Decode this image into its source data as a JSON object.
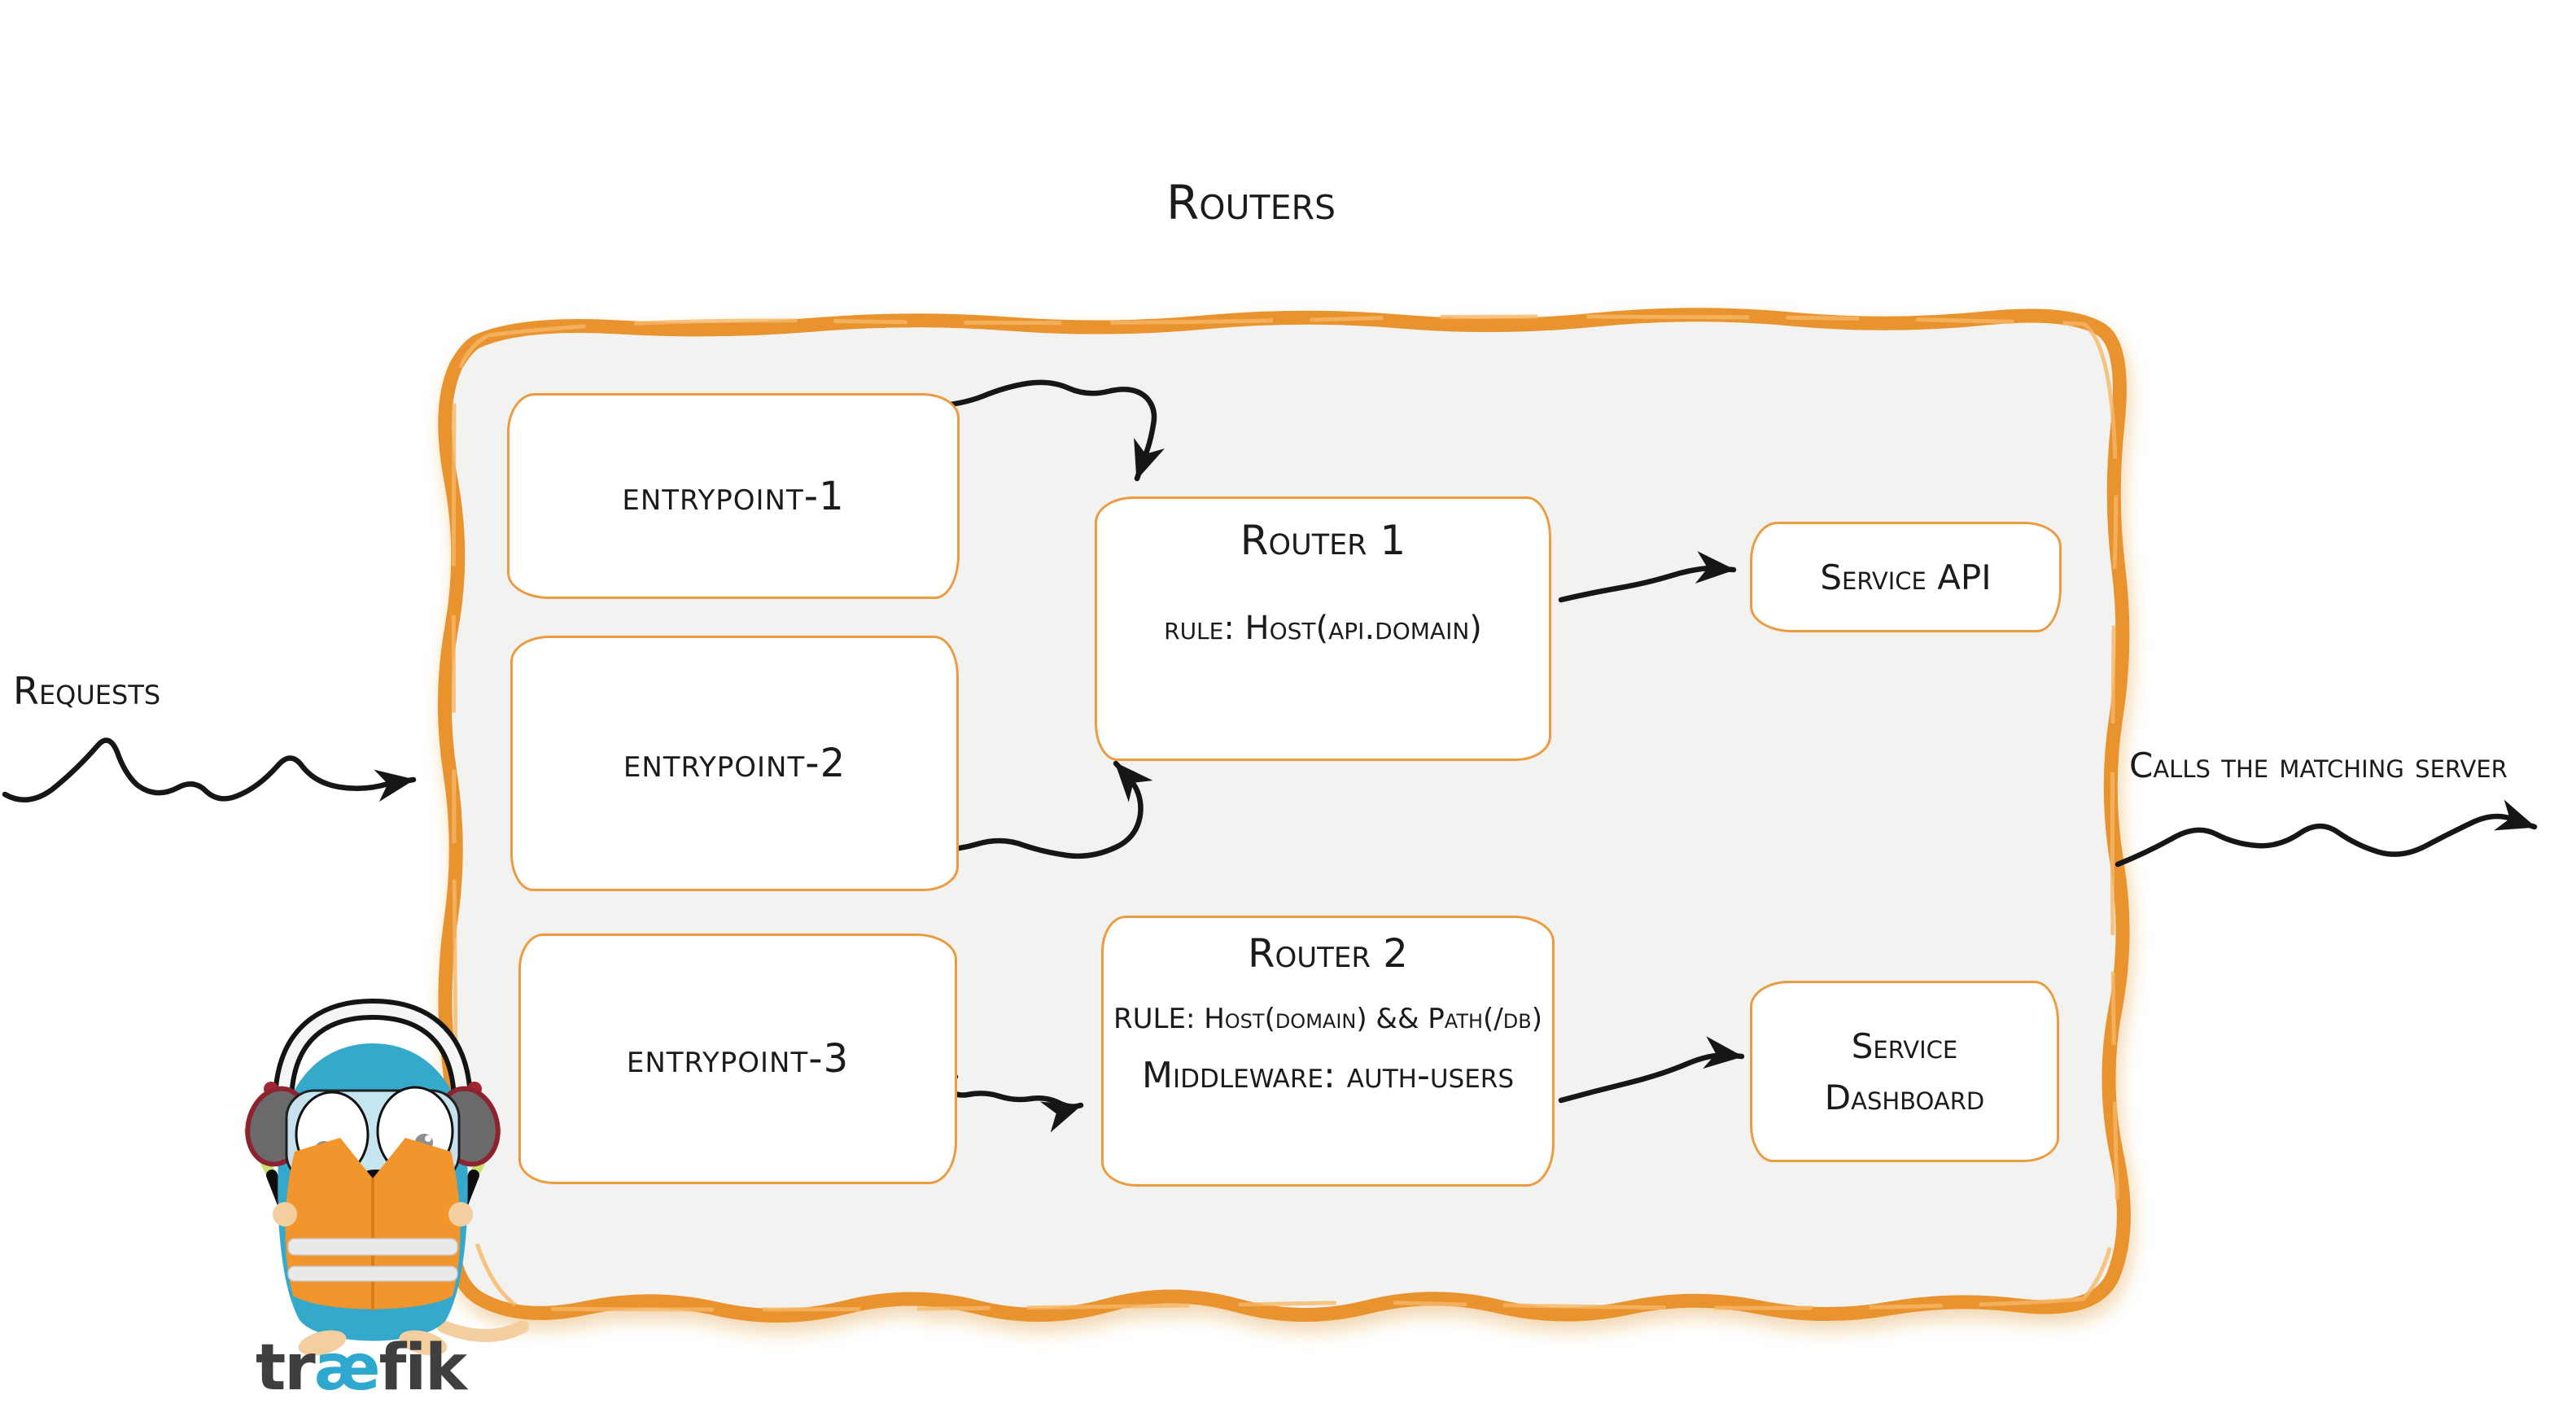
{
  "title": "Routers",
  "annotations": {
    "requests": "Requests",
    "calls": "Calls the matching server"
  },
  "entrypoints": [
    {
      "label": "entrypoint-1"
    },
    {
      "label": "entrypoint-2"
    },
    {
      "label": "entrypoint-3"
    }
  ],
  "routers": [
    {
      "title": "Router 1",
      "rule": "rule: Host(api.domain)"
    },
    {
      "title": "Router 2",
      "rule": "RULE: Host(domain) && Path(/db)",
      "middleware": "Middleware: auth-users"
    }
  ],
  "services": [
    {
      "lines": [
        "Service API"
      ]
    },
    {
      "lines": [
        "Service",
        "Dashboard"
      ]
    }
  ],
  "logo": {
    "part1": "tr",
    "part2": "æ",
    "part3": "fik"
  },
  "colors": {
    "accent_orange": "#e8932f",
    "box_border_orange": "#ec9b40",
    "panel_fill": "#f2f2f1",
    "ink": "#1b1b1b",
    "arrow_black": "#161616",
    "gopher_teal": "#35a9cb",
    "logo_gray": "#3f3f3f",
    "logo_teal": "#2fa8cf",
    "vest_orange": "#f2952c",
    "stick_green": "#cbe36b"
  }
}
